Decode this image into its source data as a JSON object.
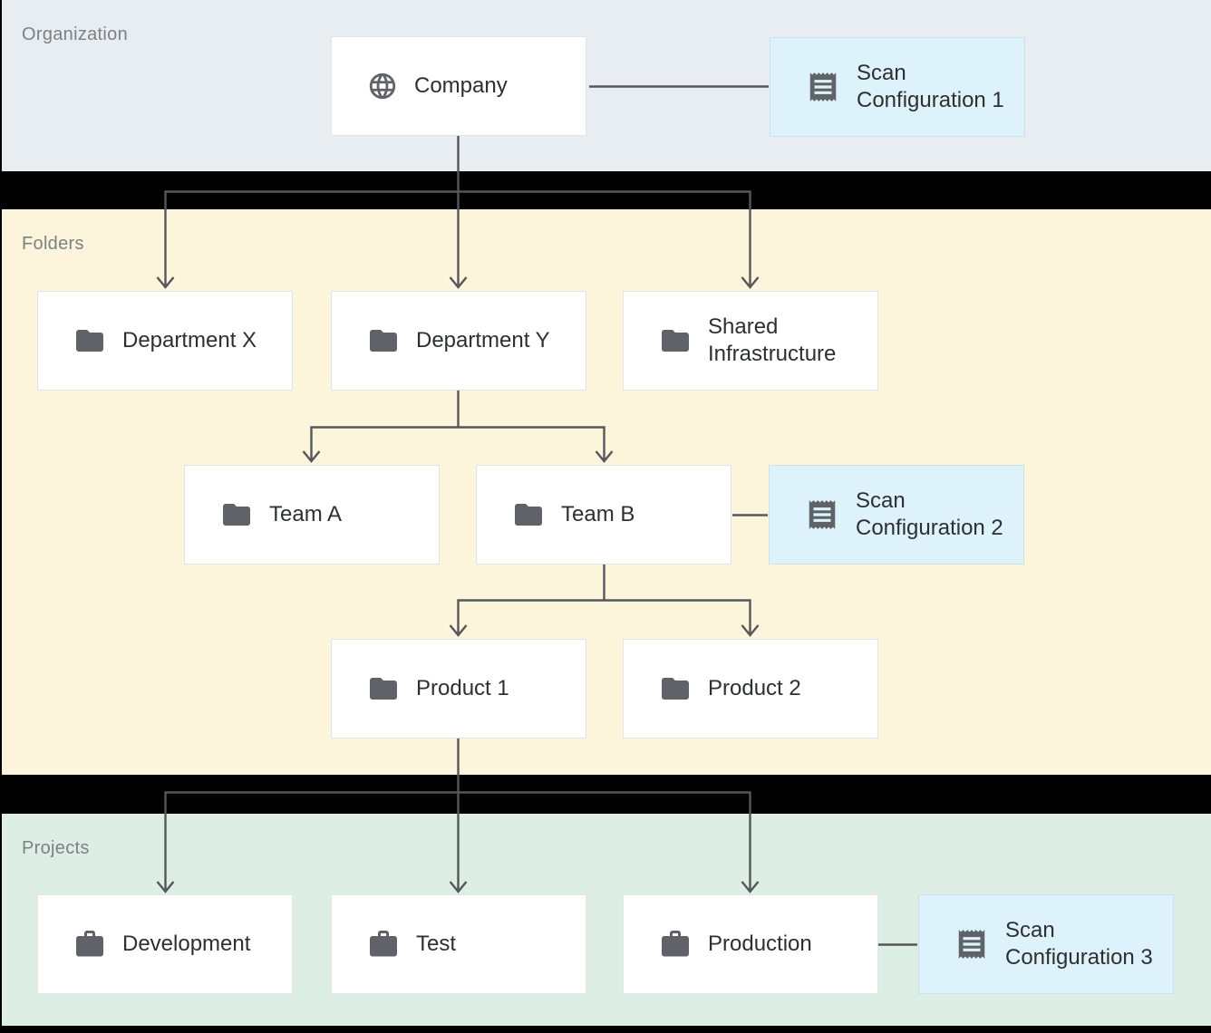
{
  "diagram": {
    "sections": {
      "organization": {
        "label": "Organization"
      },
      "folders": {
        "label": "Folders"
      },
      "projects": {
        "label": "Projects"
      }
    },
    "nodes": {
      "company": {
        "label": "Company",
        "icon": "globe-icon"
      },
      "scan_configuration_1": {
        "label": "Scan Configuration 1",
        "icon": "receipt-icon"
      },
      "department_x": {
        "label": "Department X",
        "icon": "folder-icon"
      },
      "department_y": {
        "label": "Department Y",
        "icon": "folder-icon"
      },
      "shared_infrastructure": {
        "label": "Shared Infrastructure",
        "icon": "folder-icon"
      },
      "team_a": {
        "label": "Team A",
        "icon": "folder-icon"
      },
      "team_b": {
        "label": "Team B",
        "icon": "folder-icon"
      },
      "scan_configuration_2": {
        "label": "Scan Configuration 2",
        "icon": "receipt-icon"
      },
      "product_1": {
        "label": "Product 1",
        "icon": "folder-icon"
      },
      "product_2": {
        "label": "Product 2",
        "icon": "folder-icon"
      },
      "development": {
        "label": "Development",
        "icon": "briefcase-icon"
      },
      "test": {
        "label": "Test",
        "icon": "briefcase-icon"
      },
      "production": {
        "label": "Production",
        "icon": "briefcase-icon"
      },
      "scan_configuration_3": {
        "label": "Scan Configuration 3",
        "icon": "receipt-icon"
      }
    },
    "colors": {
      "organization_band": "#e8edf1",
      "folders_band": "#fcf5dc",
      "projects_band": "#ddeee5",
      "scan_config_fill": "#def2fb",
      "node_fill": "#ffffff",
      "node_border": "#e2e4e7",
      "connector_line": "#55575a",
      "icon_color": "#5f6368",
      "section_label_color": "#7d8184",
      "node_label_color": "#2d2f31"
    }
  }
}
